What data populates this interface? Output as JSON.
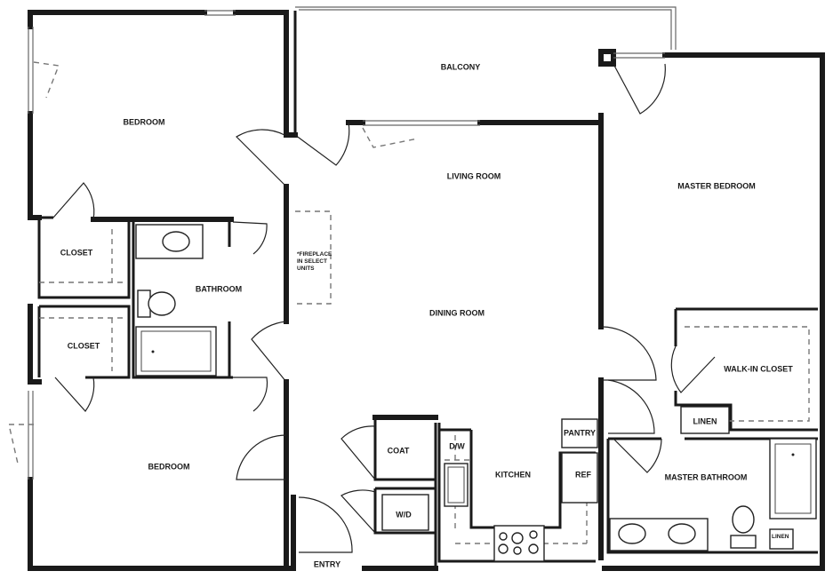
{
  "rooms": {
    "bedroom_1": "BEDROOM",
    "closet_1": "CLOSET",
    "closet_2": "CLOSET",
    "bathroom": "BATHROOM",
    "bedroom_2": "BEDROOM",
    "balcony": "BALCONY",
    "living_room": "LIVING ROOM",
    "dining_room": "DINING ROOM",
    "fireplace_note_line1": "*FIREPLACE",
    "fireplace_note_line2": "IN SELECT",
    "fireplace_note_line3": "UNITS",
    "coat": "COAT",
    "wd": "W/D",
    "dw": "D/W",
    "kitchen": "KITCHEN",
    "pantry": "PANTRY",
    "ref": "REF",
    "entry": "ENTRY",
    "master_bedroom": "MASTER BEDROOM",
    "walk_in_closet": "WALK-IN CLOSET",
    "linen_1": "LINEN",
    "master_bathroom": "MASTER BATHROOM",
    "linen_2": "LINEN"
  }
}
